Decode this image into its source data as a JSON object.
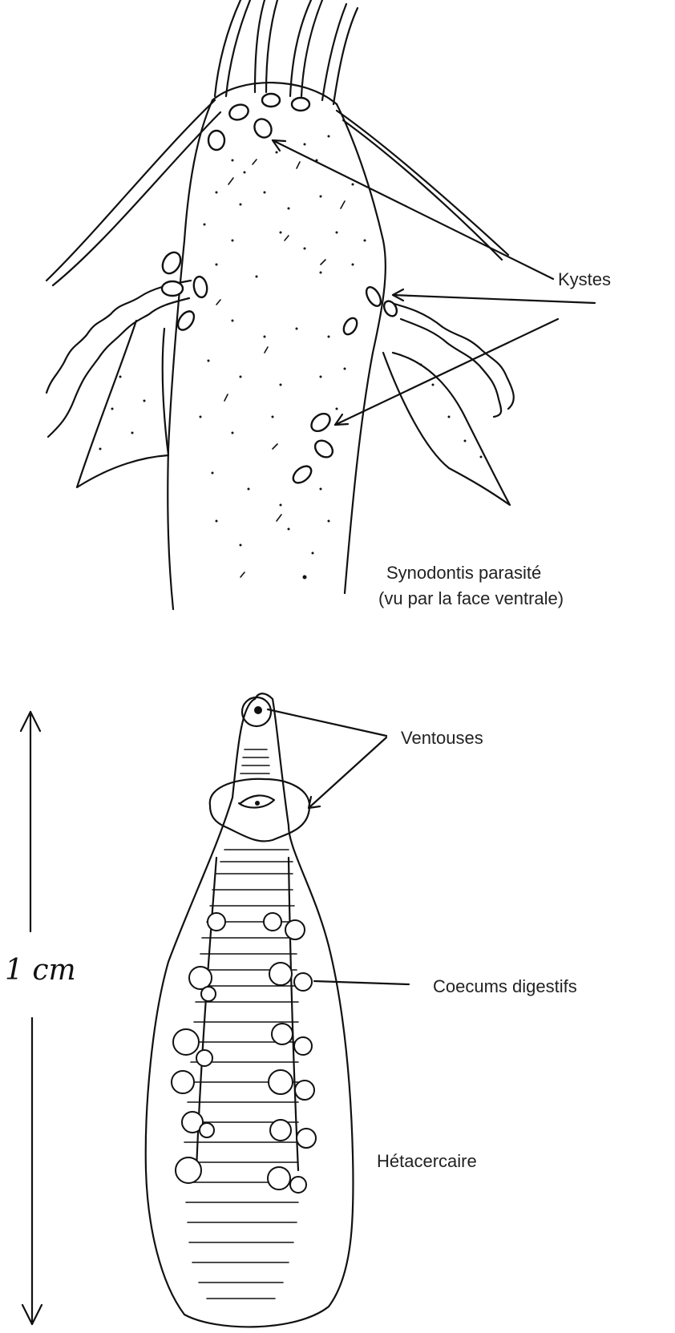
{
  "labels": {
    "kystes": "Kystes",
    "fish_caption_line1": "Synodontis parasité",
    "fish_caption_line2": "(vu par la face ventrale)",
    "ventouses": "Ventouses",
    "coecums": "Coecums digestifs",
    "metacercaire": "Hétacercaire",
    "scale": "1 cm"
  }
}
